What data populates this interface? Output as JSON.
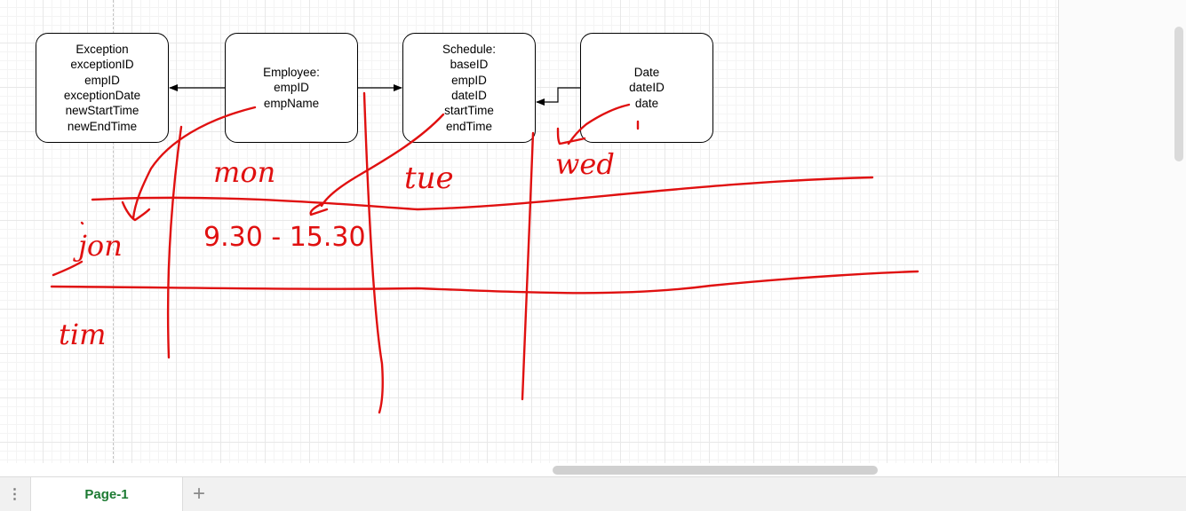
{
  "diagram": {
    "entities": [
      {
        "name": "Exception",
        "lines": [
          "Exception",
          "exceptionID",
          "empID",
          "exceptionDate",
          "newStartTime",
          "newEndTime"
        ]
      },
      {
        "name": "Employee",
        "lines": [
          "Employee:",
          "empID",
          "empName"
        ]
      },
      {
        "name": "Schedule",
        "lines": [
          "Schedule:",
          "baseID",
          "empID",
          "dateID",
          "startTime",
          "endTime"
        ]
      },
      {
        "name": "Date",
        "lines": [
          "Date",
          "dateID",
          "date"
        ]
      }
    ],
    "connectors": [
      {
        "from": "Employee",
        "to": "Exception"
      },
      {
        "from": "Employee",
        "to": "Schedule"
      },
      {
        "from": "Date",
        "to": "Schedule"
      }
    ]
  },
  "annotation": {
    "color": "#e01010",
    "handwriting": [
      "mon",
      "tue",
      "wed",
      "jon",
      "tim",
      "9.30 - 15.30"
    ]
  },
  "footer": {
    "pages_menu_icon": "⋮",
    "page_tab_label": "Page-1",
    "add_page_icon": "+"
  }
}
